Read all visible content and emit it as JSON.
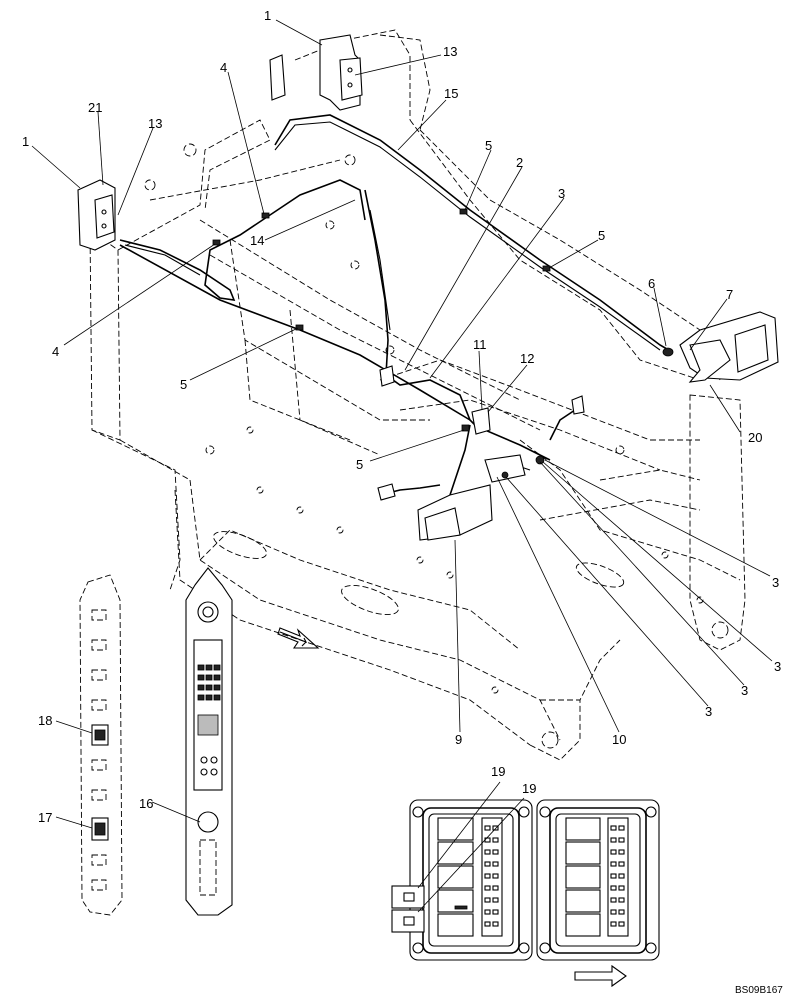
{
  "diagram": {
    "drawing_code": "BS09B167",
    "callouts": [
      {
        "id": "c1a",
        "label": "1"
      },
      {
        "id": "c13a",
        "label": "13"
      },
      {
        "id": "c15",
        "label": "15"
      },
      {
        "id": "c4a",
        "label": "4"
      },
      {
        "id": "c21",
        "label": "21"
      },
      {
        "id": "c13b",
        "label": "13"
      },
      {
        "id": "c1b",
        "label": "1"
      },
      {
        "id": "c5a",
        "label": "5"
      },
      {
        "id": "c2",
        "label": "2"
      },
      {
        "id": "c3a",
        "label": "3"
      },
      {
        "id": "c5b",
        "label": "5"
      },
      {
        "id": "c14",
        "label": "14"
      },
      {
        "id": "c6",
        "label": "6"
      },
      {
        "id": "c7",
        "label": "7"
      },
      {
        "id": "c4b",
        "label": "4"
      },
      {
        "id": "c11",
        "label": "11"
      },
      {
        "id": "c12",
        "label": "12"
      },
      {
        "id": "c5c",
        "label": "5"
      },
      {
        "id": "c20",
        "label": "20"
      },
      {
        "id": "c5d",
        "label": "5"
      },
      {
        "id": "c3b",
        "label": "3"
      },
      {
        "id": "c3c",
        "label": "3"
      },
      {
        "id": "c3d",
        "label": "3"
      },
      {
        "id": "c3e",
        "label": "3"
      },
      {
        "id": "c9",
        "label": "9"
      },
      {
        "id": "c10",
        "label": "10"
      },
      {
        "id": "c18",
        "label": "18"
      },
      {
        "id": "c17",
        "label": "17"
      },
      {
        "id": "c16",
        "label": "16"
      },
      {
        "id": "c19a",
        "label": "19"
      },
      {
        "id": "c19b",
        "label": "19"
      }
    ]
  }
}
